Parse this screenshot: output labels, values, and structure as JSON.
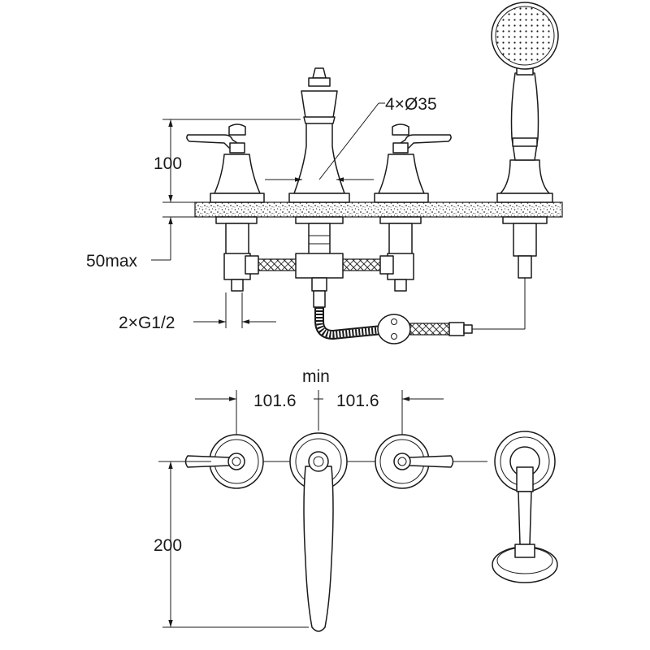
{
  "labels": {
    "hole_diameter": "4×Ø35",
    "height_handle": "100",
    "deck_thickness": "50max",
    "connection": "2×G1/2",
    "min_label": "min",
    "spacing_left": "101.6",
    "spacing_right": "101.6",
    "spout_reach": "200"
  }
}
